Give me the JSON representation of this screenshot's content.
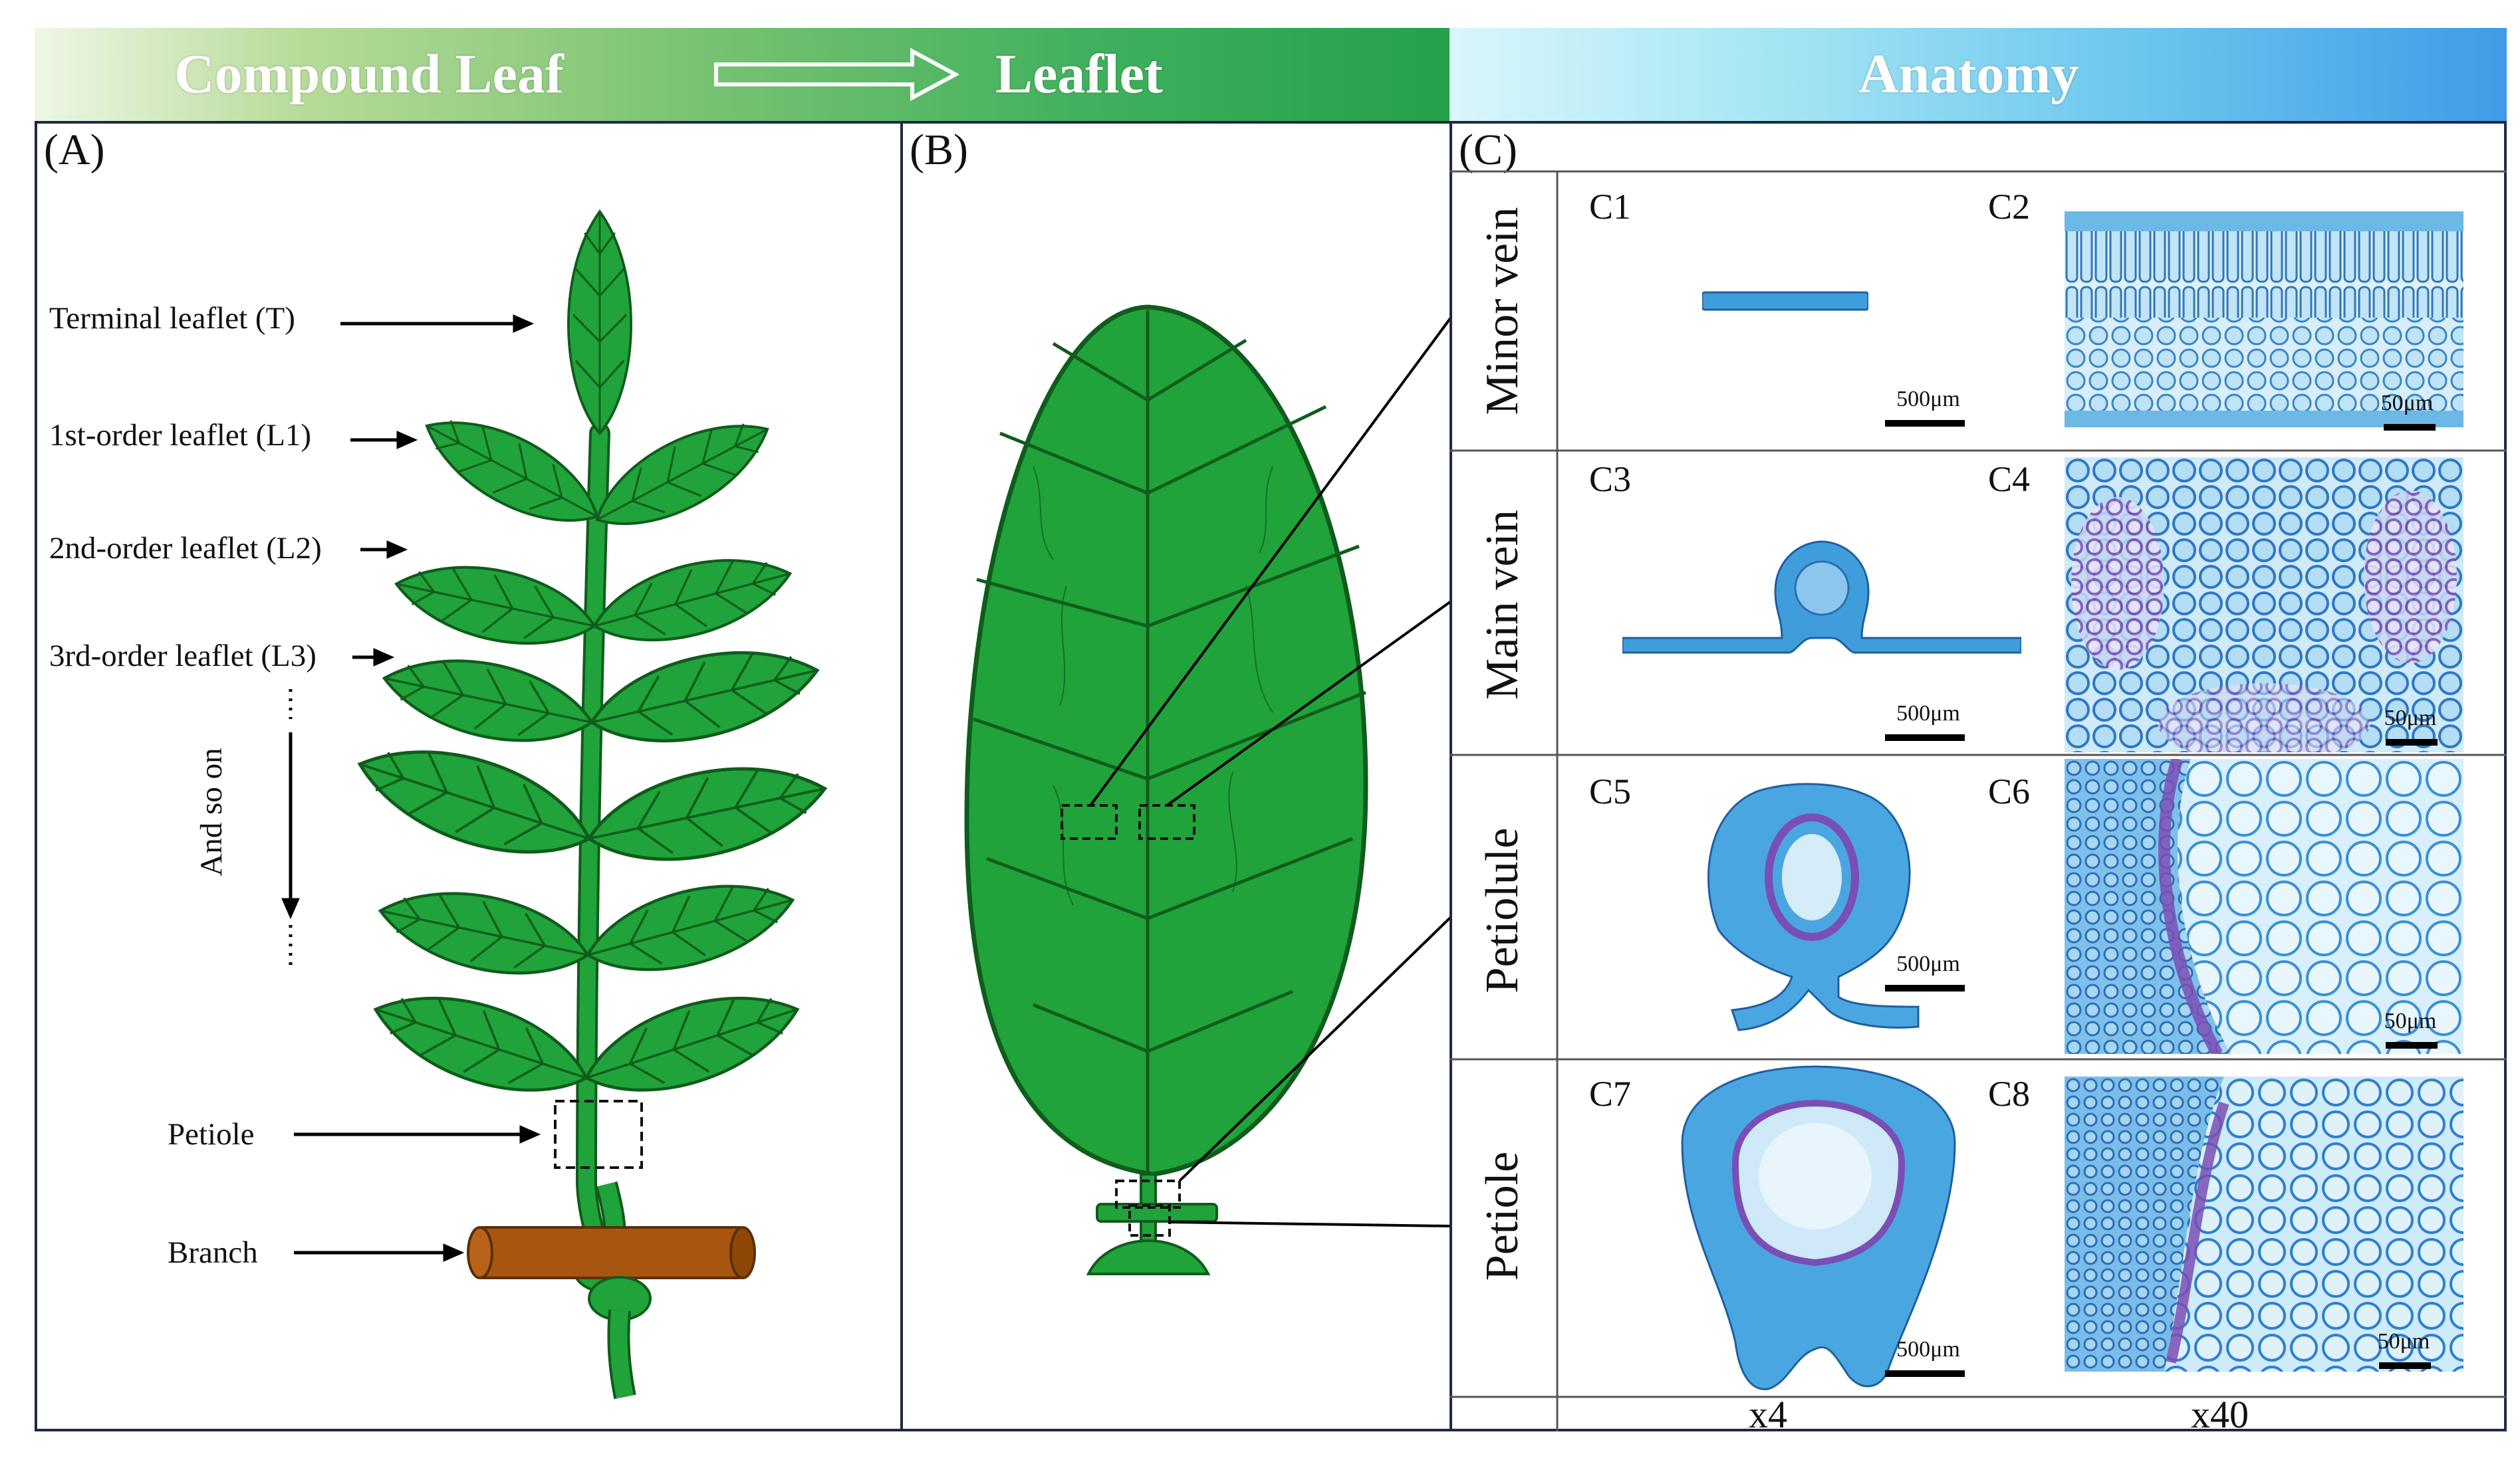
{
  "header": {
    "compound_leaf": "Compound Leaf",
    "leaflet": "Leaflet",
    "anatomy": "Anatomy"
  },
  "panels": {
    "a": "(A)",
    "b": "(B)",
    "c": "(C)"
  },
  "panel_a": {
    "terminal": "Terminal leaflet (T)",
    "first": "1st-order leaflet (L1)",
    "second": "2nd-order leaflet (L2)",
    "third": "3rd-order leaflet (L3)",
    "and_so_on": "And so on",
    "petiole": "Petiole",
    "branch": "Branch"
  },
  "panel_c": {
    "rows": [
      {
        "label": "Minor vein",
        "left": "C1",
        "right": "C2"
      },
      {
        "label": "Main vein",
        "left": "C3",
        "right": "C4"
      },
      {
        "label": "Petiolule",
        "left": "C5",
        "right": "C6"
      },
      {
        "label": "Petiole",
        "left": "C7",
        "right": "C8"
      }
    ],
    "scale_low": "500μm",
    "scale_high": "50μm",
    "mag_low": "x4",
    "mag_high": "x40"
  },
  "colors": {
    "leaf_fill": "#1fa33a",
    "leaf_stroke": "#0f5c1c",
    "branch": "#a8560f",
    "stain_blue": "#3f9ddb",
    "stain_purple": "#7a4fb5"
  }
}
